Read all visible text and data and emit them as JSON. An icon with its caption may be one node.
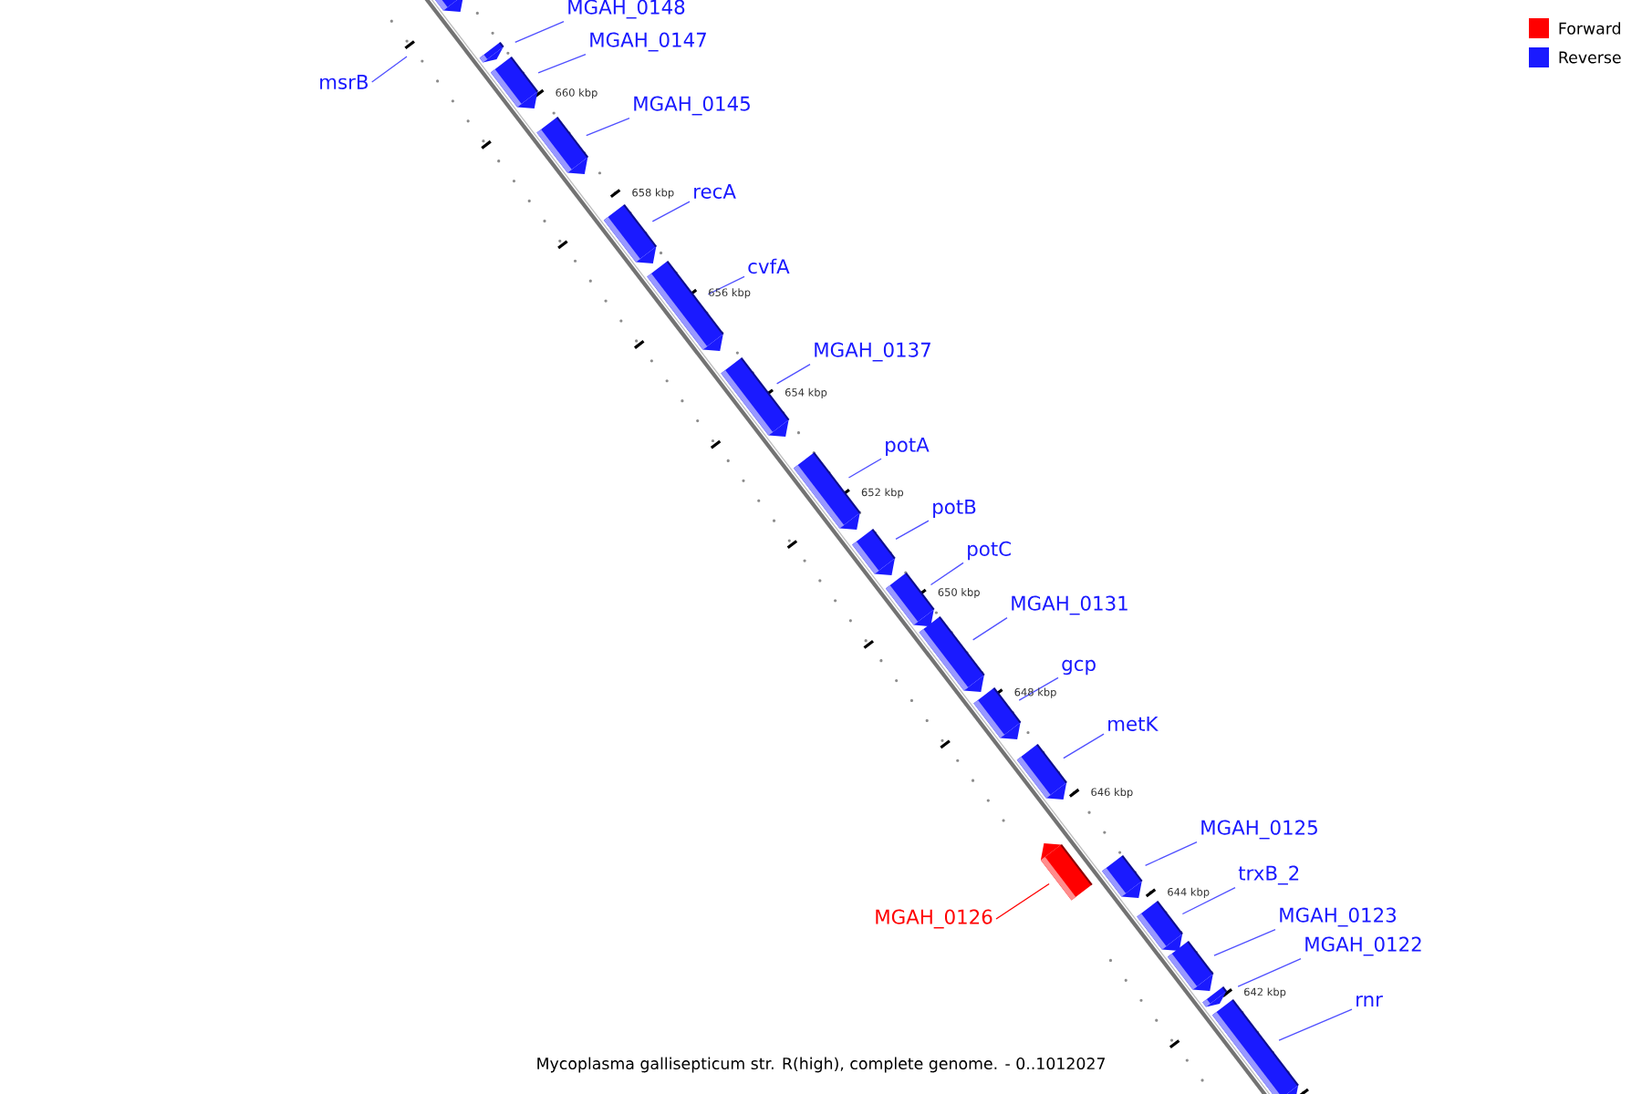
{
  "diagram": {
    "caption": "Mycoplasma gallisepticum str. R(high), complete genome. - 0..1012027",
    "nodes": [
      {
        "text": [],
        "shape": "bar"
      },
      {
        "text": [
          "MGAH_0148"
        ]
      },
      {
        "text": [],
        "shape": "bar"
      },
      {
        "text": [
          "msrB"
        ]
      },
      {
        "text": [
          "MGAH_0147"
        ]
      },
      {
        "text": [],
        "shape": "bar"
      },
      {
        "text": [
          "MGAH_0145"
        ]
      },
      {
        "text": [],
        "shape": "bar"
      },
      {
        "text": [
          "recA"
        ]
      },
      {
        "text": [],
        "shape": "bar"
      },
      {
        "text": [
          "cvfA"
        ]
      },
      {
        "text": [],
        "shape": "bar"
      },
      {
        "text": [
          "MGAH_0137"
        ]
      },
      {
        "text": [],
        "shape": "bar"
      },
      {
        "text": [
          "potA"
        ]
      },
      {
        "text": [],
        "shape": "bar"
      },
      {
        "text": [
          "potB"
        ]
      },
      {
        "text": [],
        "shape": "bar"
      },
      {
        "text": [
          "potC"
        ]
      },
      {
        "text": [],
        "shape": "bar"
      },
      {
        "text": [
          "MGAH_0131"
        ]
      },
      {
        "text": [],
        "shape": "bar"
      },
      {
        "text": [
          "gcp"
        ]
      },
      {
        "text": [],
        "shape": "bar"
      },
      {
        "text": [
          "metK"
        ]
      },
      {
        "text": [],
        "shape": "bar"
      },
      {
        "text": [
          "MGAH_0126"
        ]
      },
      {
        "text": [],
        "shape": "bar"
      },
      {
        "text": [
          "MGAH_0125"
        ]
      },
      {
        "text": [],
        "shape": "bar"
      },
      {
        "text": [
          "trxB_2"
        ]
      },
      {
        "text": [],
        "shape": "bar"
      },
      {
        "text": [
          "MGAH_0123"
        ]
      },
      {
        "text": [],
        "shape": "bar"
      },
      {
        "text": [
          "MGAH_0122"
        ]
      },
      {
        "text": [],
        "shape": "bar"
      },
      {
        "text": [
          "rnr"
        ]
      },
      {
        "text": [],
        "shape": "bar"
      }
    ],
    "edges": [
      {
        "from": 1,
        "to": 2,
        "arrow": "none"
      },
      {
        "from": 3,
        "to": null,
        "arrow": "none"
      },
      {
        "from": 4,
        "to": 5,
        "arrow": "none"
      },
      {
        "from": 6,
        "to": 7,
        "arrow": "none"
      },
      {
        "from": 8,
        "to": 9,
        "arrow": "none"
      },
      {
        "from": 10,
        "to": 11,
        "arrow": "none"
      },
      {
        "from": 12,
        "to": 13,
        "arrow": "none"
      },
      {
        "from": 14,
        "to": 15,
        "arrow": "none"
      },
      {
        "from": 16,
        "to": 17,
        "arrow": "none"
      },
      {
        "from": 18,
        "to": 19,
        "arrow": "none"
      },
      {
        "from": 20,
        "to": 21,
        "arrow": "none"
      },
      {
        "from": 22,
        "to": 23,
        "arrow": "none"
      },
      {
        "from": 24,
        "to": 25,
        "arrow": "none"
      },
      {
        "from": 26,
        "to": 27,
        "arrow": "none",
        "color": "#ff0000"
      },
      {
        "from": 28,
        "to": 29,
        "arrow": "none"
      },
      {
        "from": 30,
        "to": 31,
        "arrow": "none"
      },
      {
        "from": 32,
        "to": 33,
        "arrow": "none"
      },
      {
        "from": 34,
        "to": 35,
        "arrow": "none"
      },
      {
        "from": 36,
        "to": 37,
        "arrow": "none"
      }
    ],
    "labels": [
      "660 kbp",
      "658 kbp",
      "656 kbp",
      "654 kbp",
      "652 kbp",
      "650 kbp",
      "648 kbp",
      "646 kbp",
      "644 kbp",
      "642 kbp"
    ],
    "legend": [
      {
        "text": "Forward",
        "color": "#ff0000"
      },
      {
        "text": "Reverse",
        "color": "#1a1aff"
      }
    ]
  }
}
